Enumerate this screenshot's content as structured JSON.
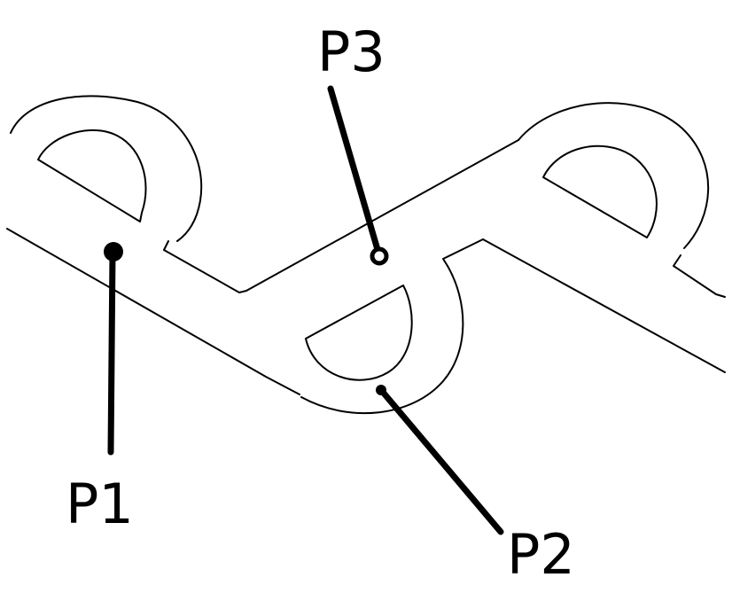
{
  "labels": {
    "p1": "P1",
    "p2": "P2",
    "p3": "P3"
  },
  "colors": {
    "line": "#000000",
    "background": "#ffffff"
  }
}
